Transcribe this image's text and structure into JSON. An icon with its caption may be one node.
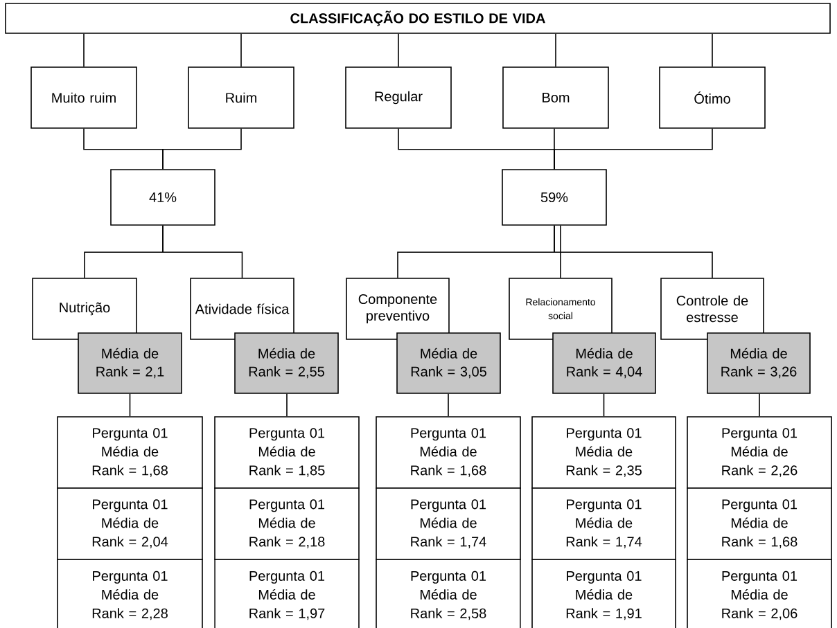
{
  "diagram": {
    "nodes": [
      {
        "text": [
          "CLASSIFICAÇÃO DO ESTILO DE VIDA"
        ]
      },
      {
        "text": [
          "Muito ruim"
        ]
      },
      {
        "text": [
          "Ruim"
        ]
      },
      {
        "text": [
          "Regular"
        ]
      },
      {
        "text": [
          "Bom"
        ]
      },
      {
        "text": [
          "Ótimo"
        ]
      },
      {
        "text": [
          "41%"
        ]
      },
      {
        "text": [
          "59%"
        ]
      },
      {
        "text": [
          "Nutrição"
        ]
      },
      {
        "text": [
          "Atividade física"
        ]
      },
      {
        "text": [
          "Componente preventivo"
        ]
      },
      {
        "text": [
          "Relacionamento social"
        ]
      },
      {
        "text": [
          "Controle de estresse"
        ]
      },
      {
        "text": [
          "Média de Rank = 2,1"
        ]
      },
      {
        "text": [
          "Média de Rank = 2,55"
        ]
      },
      {
        "text": [
          "Média de Rank = 3,05"
        ]
      },
      {
        "text": [
          "Média de Rank = 4,04"
        ]
      },
      {
        "text": [
          "Média de Rank = 3,26"
        ]
      },
      {
        "text": [
          "Pergunta 01 Média de Rank = 1,68"
        ]
      },
      {
        "text": [
          "Pergunta 01 Média de Rank = 1,85"
        ]
      },
      {
        "text": [
          "Pergunta 01 Média de Rank = 1,68"
        ]
      },
      {
        "text": [
          "Pergunta 01 Média de Rank = 2,35"
        ]
      },
      {
        "text": [
          "Pergunta 01 Média de Rank = 2,26"
        ]
      },
      {
        "text": [
          "Pergunta 01 Média de Rank = 2,04"
        ]
      },
      {
        "text": [
          "Pergunta 01 Média de Rank = 2,18"
        ]
      },
      {
        "text": [
          "Pergunta 01 Média de Rank = 1,74"
        ]
      },
      {
        "text": [
          "Pergunta 01 Média de Rank = 1,74"
        ]
      },
      {
        "text": [
          "Pergunta 01 Média de Rank = 1,68"
        ]
      },
      {
        "text": [
          "Pergunta 01 Média de Rank = 2,28"
        ]
      },
      {
        "text": [
          "Pergunta 01 Média de Rank = 1,97"
        ]
      },
      {
        "text": [
          "Pergunta 01 Média de Rank = 2,58"
        ]
      },
      {
        "text": [
          "Pergunta 01 Média de Rank = 1,91"
        ]
      },
      {
        "text": [
          "Pergunta 01 Média de Rank = 2,06"
        ]
      }
    ],
    "edges": [
      {
        "from": 0,
        "to": 1,
        "arrow": "none"
      },
      {
        "from": 0,
        "to": 2,
        "arrow": "none"
      },
      {
        "from": 0,
        "to": 3,
        "arrow": "none"
      },
      {
        "from": 0,
        "to": 4,
        "arrow": "none"
      },
      {
        "from": 0,
        "to": 5,
        "arrow": "none"
      },
      {
        "from": 1,
        "to": 6,
        "arrow": "none"
      },
      {
        "from": 2,
        "to": 6,
        "arrow": "none"
      },
      {
        "from": 3,
        "to": 7,
        "arrow": "none"
      },
      {
        "from": 4,
        "to": 7,
        "arrow": "none"
      },
      {
        "from": 5,
        "to": 7,
        "arrow": "none"
      },
      {
        "from": 6,
        "to": 8,
        "arrow": "none"
      },
      {
        "from": 6,
        "to": 9,
        "arrow": "none"
      },
      {
        "from": 7,
        "to": 10,
        "arrow": "none"
      },
      {
        "from": 7,
        "to": 11,
        "arrow": "none"
      },
      {
        "from": 7,
        "to": 12,
        "arrow": "none"
      },
      {
        "from": 13,
        "to": 18,
        "arrow": "none"
      },
      {
        "from": 14,
        "to": 19,
        "arrow": "none"
      },
      {
        "from": 15,
        "to": 20,
        "arrow": "none"
      },
      {
        "from": 16,
        "to": 21,
        "arrow": "none"
      },
      {
        "from": 17,
        "to": 22,
        "arrow": "none"
      }
    ]
  }
}
